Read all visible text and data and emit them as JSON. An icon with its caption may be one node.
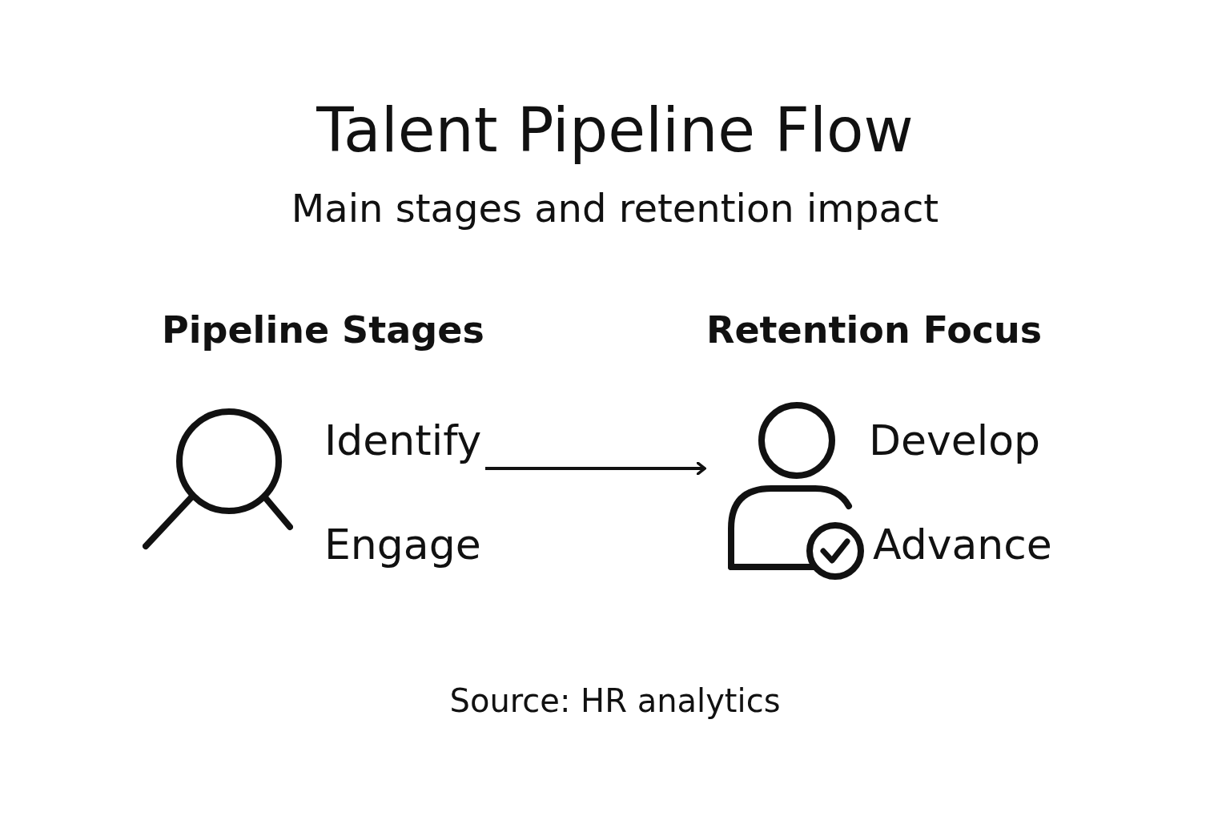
{
  "diagram": {
    "title": "Talent Pipeline Flow",
    "caption": "Main stages and retention impact",
    "nodes": [
      {
        "text": [
          "Pipeline Stages",
          "Identify",
          "Engage"
        ]
      },
      {
        "text": [
          "Retention Focus",
          "Develop",
          "Advance"
        ]
      }
    ],
    "edges": [
      {
        "from": 0,
        "to": 1,
        "arrow": "to"
      }
    ],
    "labels": [
      "Source: HR analytics"
    ]
  }
}
